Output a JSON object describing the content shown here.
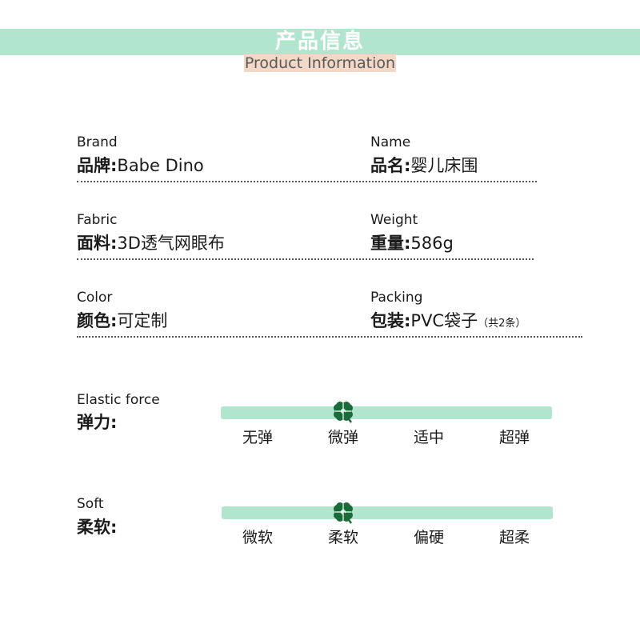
{
  "header": {
    "title": "产品信息",
    "subtitle": "Product Information"
  },
  "fields": {
    "brand": {
      "en": "Brand",
      "label": "品牌:",
      "value": "Babe Dino"
    },
    "name": {
      "en": "Name",
      "label": "品名:",
      "value": "婴儿床围"
    },
    "fabric": {
      "en": "Fabric",
      "label": "面料:",
      "value": "3D透气网眼布"
    },
    "weight": {
      "en": "Weight",
      "label": "重量:",
      "value": "586g"
    },
    "color": {
      "en": "Color",
      "label": "颜色:",
      "value": "可定制"
    },
    "packing": {
      "en": "Packing",
      "label": "包装:",
      "value": "PVC袋子",
      "note": "（共2条）"
    }
  },
  "scales": {
    "elastic": {
      "en": "Elastic force",
      "label": "弹力:",
      "ticks": [
        "无弹",
        "微弹",
        "适中",
        "超弹"
      ],
      "selected_index": 1
    },
    "soft": {
      "en": "Soft",
      "label": "柔软:",
      "ticks": [
        "微软",
        "柔软",
        "偏硬",
        "超柔"
      ],
      "selected_index": 1
    }
  },
  "colors": {
    "accent": "#b1e5ce",
    "subtitle_bg": "#f2d8c7",
    "clover": "#1a6b3a"
  },
  "icons": {
    "marker": "four-leaf-clover-icon"
  }
}
